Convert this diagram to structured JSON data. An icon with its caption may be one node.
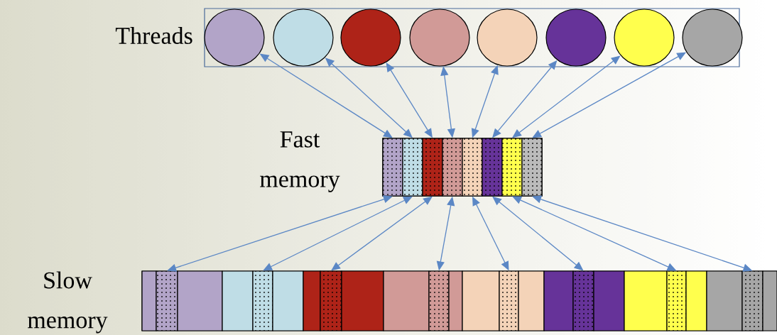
{
  "diagram": {
    "nodes": [
      {
        "text": [
          "Threads"
        ]
      },
      {
        "text": [],
        "shape": "circle",
        "in": 0
      },
      {
        "text": [],
        "shape": "circle",
        "in": 0
      },
      {
        "text": [],
        "shape": "circle",
        "in": 0
      },
      {
        "text": [],
        "shape": "circle",
        "in": 0
      },
      {
        "text": [],
        "shape": "circle",
        "in": 0
      },
      {
        "text": [],
        "shape": "circle",
        "in": 0
      },
      {
        "text": [],
        "shape": "circle",
        "in": 0
      },
      {
        "text": [],
        "shape": "circle",
        "in": 0
      },
      {
        "text": [
          "Fast memory"
        ]
      },
      {
        "text": [],
        "shape": "bar",
        "in": 9
      },
      {
        "text": [],
        "shape": "bar",
        "in": 9
      },
      {
        "text": [],
        "shape": "bar",
        "in": 9
      },
      {
        "text": [],
        "shape": "bar",
        "in": 9
      },
      {
        "text": [],
        "shape": "bar",
        "in": 9
      },
      {
        "text": [],
        "shape": "bar",
        "in": 9
      },
      {
        "text": [],
        "shape": "bar",
        "in": 9
      },
      {
        "text": [],
        "shape": "bar",
        "in": 9
      },
      {
        "text": [
          "Slow memory"
        ]
      },
      {
        "text": [],
        "shape": "bar",
        "in": 18
      },
      {
        "text": [],
        "shape": "bar",
        "in": 18
      },
      {
        "text": [],
        "shape": "bar",
        "in": 18
      },
      {
        "text": [],
        "shape": "bar",
        "in": 18
      },
      {
        "text": [],
        "shape": "bar",
        "in": 18
      },
      {
        "text": [],
        "shape": "bar",
        "in": 18
      },
      {
        "text": [],
        "shape": "bar",
        "in": 18
      },
      {
        "text": [],
        "shape": "bar",
        "in": 18
      },
      {
        "text": [],
        "shape": "bar",
        "in": 18
      },
      {
        "text": [],
        "shape": "bar",
        "in": 18
      },
      {
        "text": [],
        "shape": "bar",
        "in": 18
      },
      {
        "text": [],
        "shape": "bar",
        "in": 18
      },
      {
        "text": [],
        "shape": "bar",
        "in": 18
      },
      {
        "text": [],
        "shape": "bar",
        "in": 18
      },
      {
        "text": [],
        "shape": "bar",
        "in": 18
      },
      {
        "text": [],
        "shape": "bar",
        "in": 18
      },
      {
        "text": [],
        "shape": "bar",
        "in": 18
      },
      {
        "text": [],
        "shape": "bar",
        "in": 18
      },
      {
        "text": [],
        "shape": "bar",
        "in": 18
      },
      {
        "text": [],
        "shape": "bar",
        "in": 18
      },
      {
        "text": [],
        "shape": "bar",
        "in": 18
      },
      {
        "text": [],
        "shape": "bar",
        "in": 18
      },
      {
        "text": [],
        "shape": "bar",
        "in": 18
      },
      {
        "text": [],
        "shape": "bar",
        "in": 18
      }
    ],
    "edges": [
      {
        "from": 1,
        "to": 10,
        "arrow": "both"
      },
      {
        "from": 2,
        "to": 11,
        "arrow": "both"
      },
      {
        "from": 3,
        "to": 12,
        "arrow": "both"
      },
      {
        "from": 4,
        "to": 13,
        "arrow": "both"
      },
      {
        "from": 5,
        "to": 14,
        "arrow": "both"
      },
      {
        "from": 6,
        "to": 15,
        "arrow": "both"
      },
      {
        "from": 7,
        "to": 16,
        "arrow": "both"
      },
      {
        "from": 8,
        "to": 17,
        "arrow": "both"
      },
      {
        "from": 10,
        "to": 20,
        "arrow": "both"
      },
      {
        "from": 11,
        "to": 23,
        "arrow": "both"
      },
      {
        "from": 12,
        "to": 26,
        "arrow": "both"
      },
      {
        "from": 13,
        "to": 29,
        "arrow": "both"
      },
      {
        "from": 14,
        "to": 32,
        "arrow": "both"
      },
      {
        "from": 15,
        "to": 35,
        "arrow": "both"
      },
      {
        "from": 16,
        "to": 38,
        "arrow": "both"
      },
      {
        "from": 17,
        "to": 41,
        "arrow": "both"
      }
    ]
  }
}
